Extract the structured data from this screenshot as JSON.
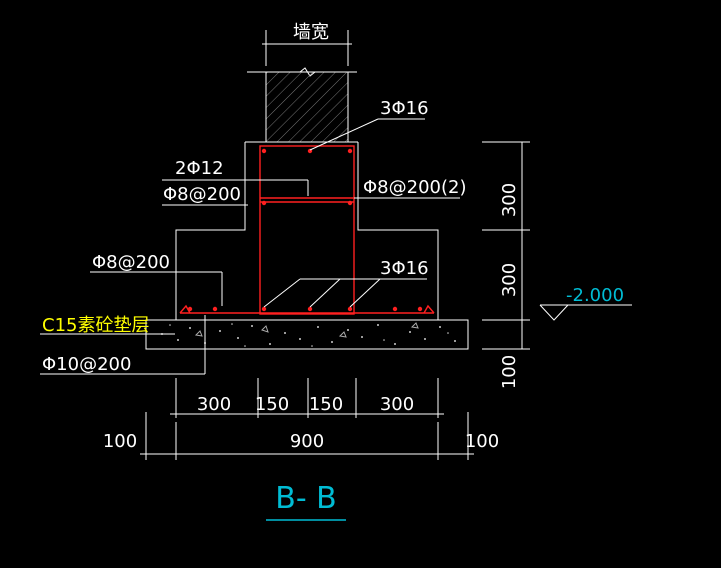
{
  "drawing": {
    "title": "B- B",
    "wall_label": "墙宽",
    "labels": {
      "top_bars": "3Φ16",
      "side_bars": "2Φ12",
      "side_stirrup": "Φ8@200",
      "beam_stirrup": "Φ8@200(2)",
      "footing_bar_top": "Φ8@200",
      "bottom_bars": "3Φ16",
      "bedding": "C15素砼垫层",
      "footing_bar_bottom": "Φ10@200"
    },
    "elevation": "-2.000",
    "dims_horizontal": [
      "300",
      "150",
      "150",
      "300"
    ],
    "dims_overall": [
      "100",
      "900",
      "100"
    ],
    "dims_vertical": [
      "300",
      "300",
      "100"
    ]
  },
  "colors": {
    "background": "#000000",
    "lines": "#ffffff",
    "rebar": "#ff2020",
    "bedding_label": "#ffff00",
    "elevation_label": "#00bcd4",
    "title": "#00bcd4"
  }
}
